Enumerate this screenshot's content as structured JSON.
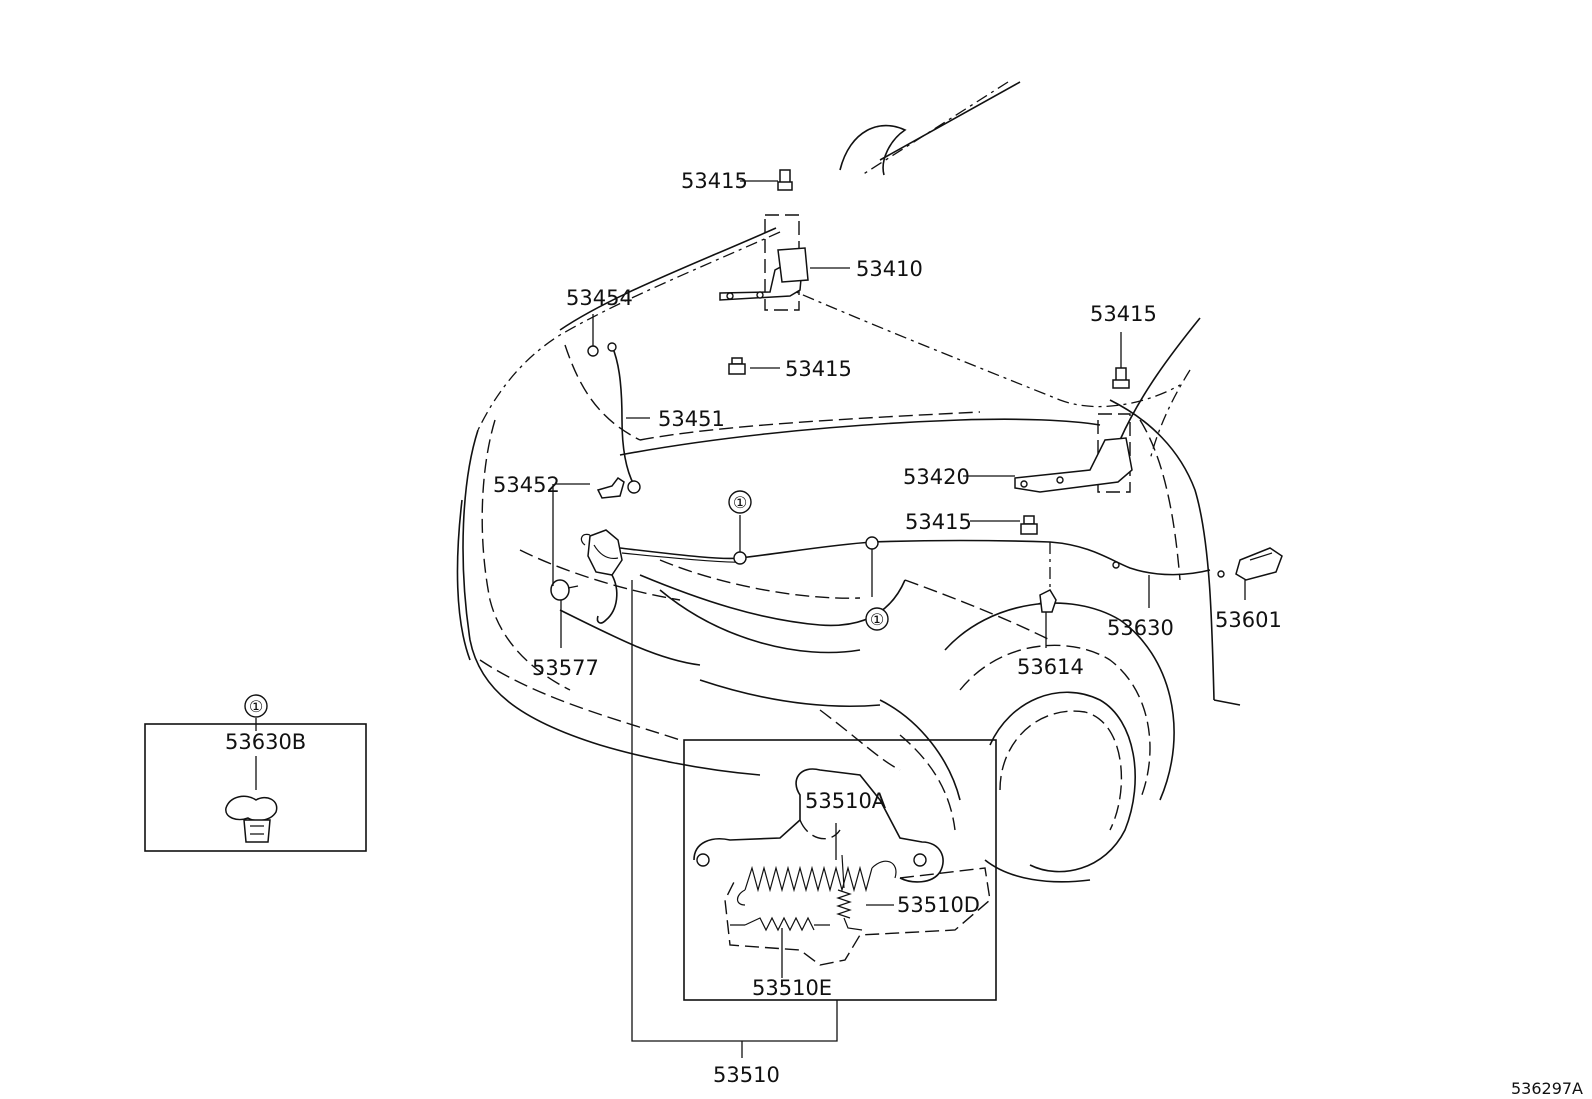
{
  "diagram_id": "536297A",
  "callout_symbol": "①",
  "labels": {
    "p53415_a": "53415",
    "p53410": "53410",
    "p53454": "53454",
    "p53415_b": "53415",
    "p53451": "53451",
    "p53415_c": "53415",
    "p53452": "53452",
    "p53420": "53420",
    "p53415_d": "53415",
    "p53577": "53577",
    "p53614": "53614",
    "p53630": "53630",
    "p53601": "53601",
    "p53510A": "53510A",
    "p53510D": "53510D",
    "p53510E": "53510E",
    "p53510": "53510",
    "p53630B": "53630B"
  }
}
